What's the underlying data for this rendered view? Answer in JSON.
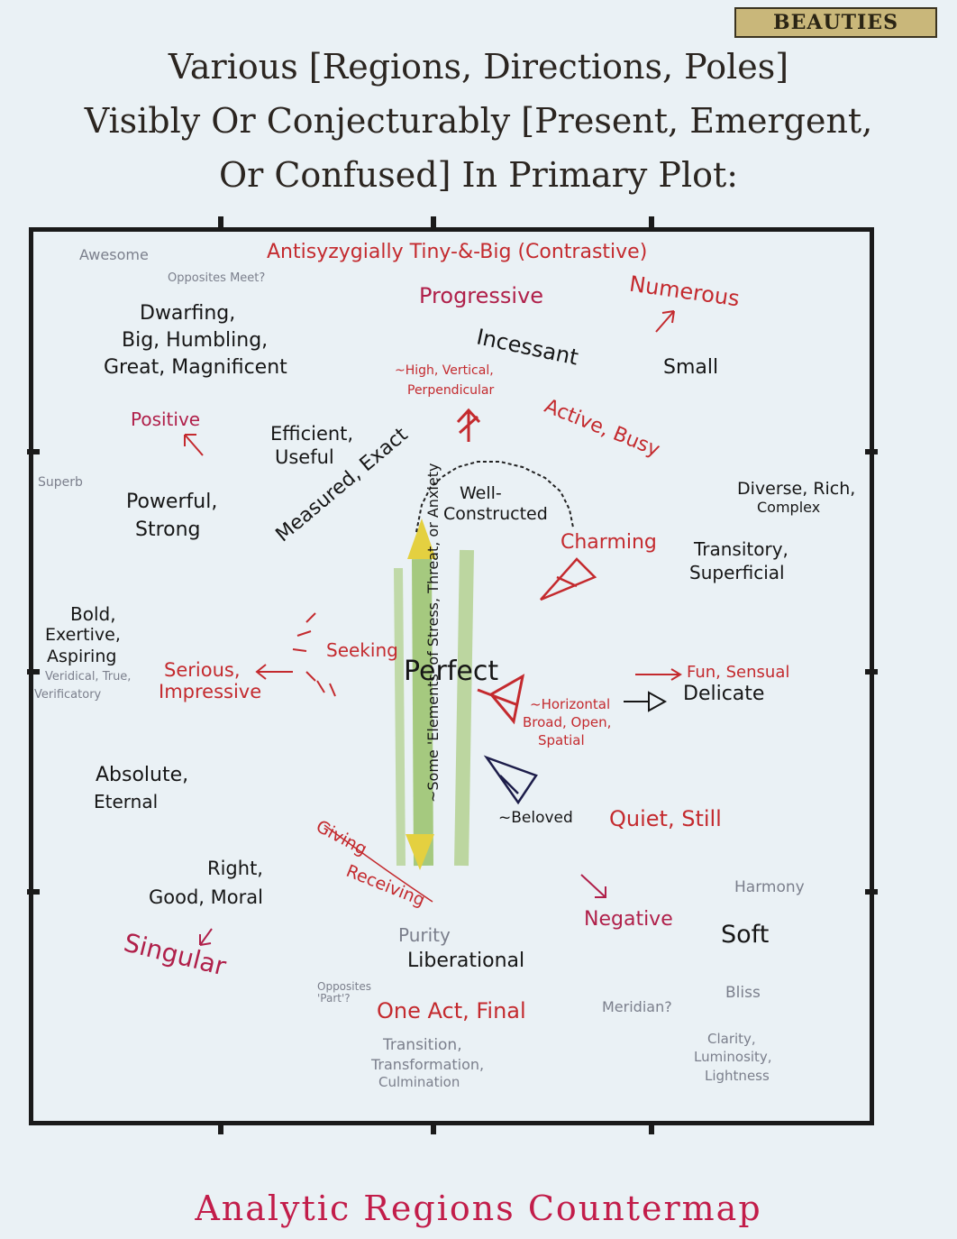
{
  "tab_label": "BEAUTIES",
  "title_lines": [
    "Various [Regions, Directions, Poles]",
    "Visibly Or Conjecturably [Present, Emergent,",
    "Or Confused] In Primary Plot:"
  ],
  "labels": {
    "awesome": "Awesome",
    "antisyzygially": "Antisyzygially Tiny-&-Big (Contrastive)",
    "opposites_meet": "Opposites Meet?",
    "dwarfing": "Dwarfing,",
    "big_humbling": "Big, Humbling,",
    "great": "Great, Magnificent",
    "progressive": "Progressive",
    "numerous": "Numerous",
    "incessant": "Incessant",
    "small": "Small",
    "high_vertical": "~High, Vertical,",
    "perpendicular": "Perpendicular",
    "active_busy": "Active, Busy",
    "positive": "Positive",
    "efficient": "Efficient,",
    "useful": "Useful",
    "measured_exact": "Measured, Exact",
    "superb": "Superb",
    "well": "Well-",
    "constructed": "Constructed",
    "diverse": "Diverse, Rich,",
    "complex": "Complex",
    "powerful": "Powerful,",
    "strong": "Strong",
    "charming": "Charming",
    "transitory": "Transitory,",
    "superficial": "Superficial",
    "stress": "~Some 'Elements' of Stress, Threat, or Anxiety",
    "bold": "Bold,",
    "exertive": "Exertive,",
    "aspiring": "Aspiring",
    "veridical": "Veridical, True,",
    "verificatory": "Verificatory",
    "seeking": "Seeking",
    "serious": "Serious,",
    "impressive": "Impressive",
    "perfect": "Perfect",
    "fun_sensual": "Fun, Sensual",
    "delicate": "Delicate",
    "horizontal": "~Horizontal",
    "broad_open": "Broad, Open,",
    "spatial": "Spatial",
    "absolute": "Absolute,",
    "eternal": "Eternal",
    "beloved": "~Beloved",
    "quiet_still": "Quiet, Still",
    "giving": "Giving",
    "receiving": "Receiving",
    "right": "Right,",
    "good_moral": "Good, Moral",
    "harmony": "Harmony",
    "negative": "Negative",
    "singular": "Singular",
    "purity": "Purity",
    "liberational": "Liberational",
    "soft": "Soft",
    "opposites_part": "Opposites 'Part'?",
    "one_act": "One Act, Final",
    "meridian": "Meridian?",
    "bliss": "Bliss",
    "transition": "Transition,",
    "transformation": "Transformation,",
    "culmination": "Culmination",
    "clarity": "Clarity,",
    "luminosity": "Luminosity,",
    "lightness": "Lightness"
  },
  "footer": "Analytic Regions Countermap"
}
